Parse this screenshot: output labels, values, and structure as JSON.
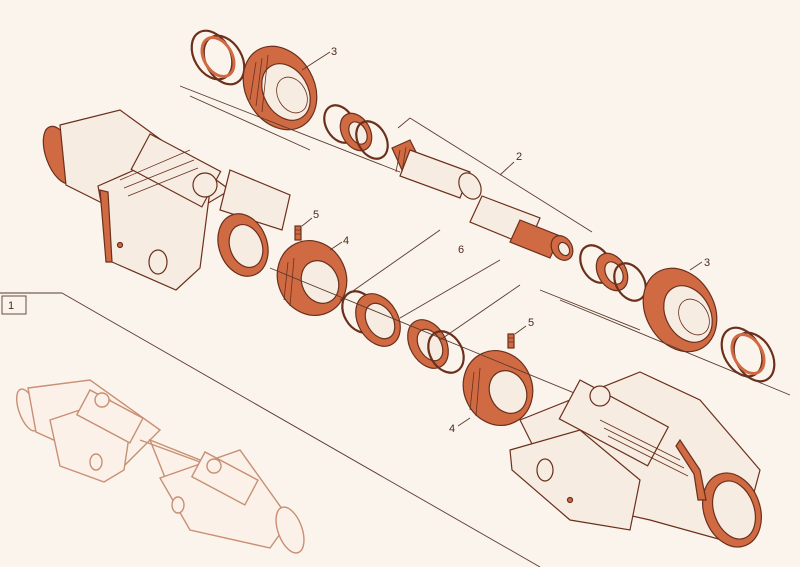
{
  "callouts": {
    "c1": "1",
    "c2": "2",
    "c3a": "3",
    "c3b": "3",
    "c4a": "4",
    "c4b": "4",
    "c5a": "5",
    "c5b": "5",
    "c6": "6"
  },
  "colors": {
    "part_fill": "#cf6a43",
    "part_outline": "#6b2f1b",
    "background": "#fbf4ec",
    "inset_line": "#c88f74",
    "leader_line": "#5a3a2d"
  }
}
